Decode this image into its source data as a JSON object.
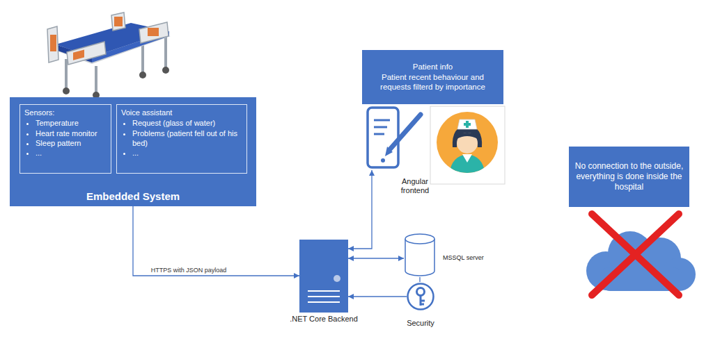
{
  "diagram": {
    "nodes": [
      {
        "text": [
          "Patient info",
          "Patient recent behaviour and requests filterd by importance"
        ]
      },
      {
        "text": [
          "Embedded System"
        ]
      },
      {
        "text": [
          "Sensors:",
          "Temperature",
          "Heart rate monitor",
          "Sleep pattern",
          "..."
        ],
        "in": 1
      },
      {
        "text": [
          "Voice assistant",
          "Request (glass of water)",
          "Problems (patient fell out of his bed)",
          "..."
        ],
        "in": 1
      },
      {
        "text": [
          "Angular frontend"
        ]
      },
      {
        "text": [
          "No connection to the outside, everything is done inside the hospital"
        ]
      },
      {
        "text": [
          "MSSQL server"
        ]
      },
      {
        "text": [
          ".NET Core Backend"
        ]
      },
      {
        "text": [
          "Security"
        ]
      }
    ],
    "edges": [
      {
        "from": 1,
        "to": 7,
        "label": "HTTPS with JSON payload",
        "arrow": "to"
      },
      {
        "from": 7,
        "to": 4,
        "arrow": "both"
      },
      {
        "from": 7,
        "to": 6,
        "arrow": "both"
      },
      {
        "from": 8,
        "to": 7,
        "arrow": "to"
      },
      {
        "from": 6,
        "to": 8,
        "arrow": "none"
      }
    ]
  }
}
